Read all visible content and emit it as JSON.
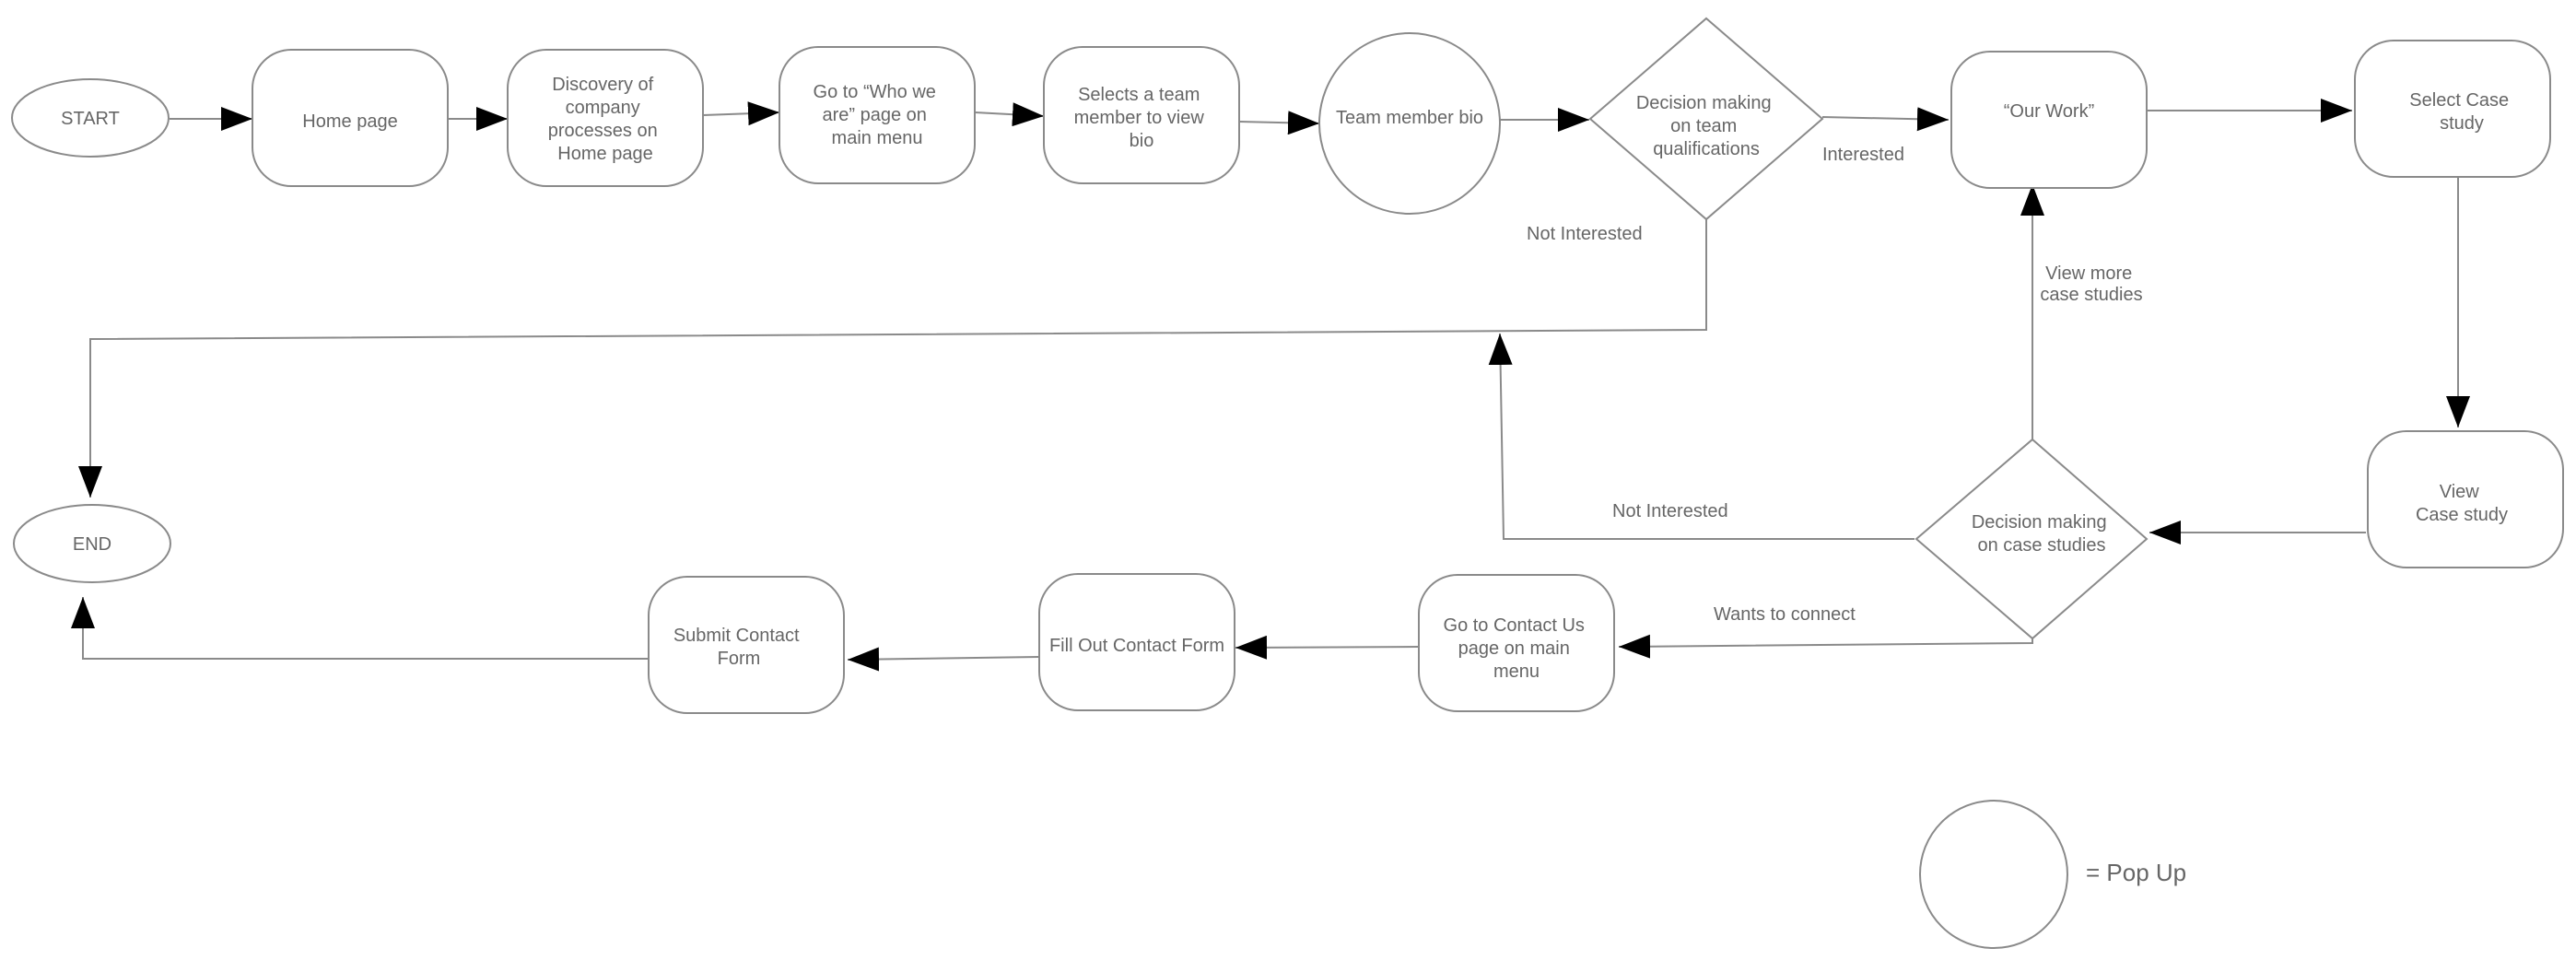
{
  "diagram": {
    "nodes": {
      "start": "START",
      "home": "Home page",
      "discovery": [
        "Discovery of",
        "company",
        "processes on",
        "Home page"
      ],
      "who_we_are": [
        "Go to “Who we",
        "are” page on",
        "main menu"
      ],
      "select_team": [
        "Selects a team",
        "member to view",
        "bio"
      ],
      "team_bio": "Team member bio",
      "decision_team": [
        "Decision making",
        "on team",
        "qualifications"
      ],
      "our_work": "“Our Work”",
      "select_case": [
        "Select  Case",
        "study"
      ],
      "view_case": [
        "View",
        "Case study"
      ],
      "decision_case": [
        "Decision making",
        "on case studies"
      ],
      "contact_page": [
        "Go to Contact Us",
        "page on main",
        "menu"
      ],
      "fill_form": "Fill Out Contact Form",
      "submit_form": [
        "Submit Contact",
        "Form"
      ],
      "end": "END"
    },
    "edge_labels": {
      "interested": "Interested",
      "not_interested_top": "Not Interested",
      "view_more": [
        "View more",
        "case studies"
      ],
      "not_interested_bottom": "Not Interested",
      "wants_to_connect": "Wants to connect"
    },
    "legend": {
      "label": "= Pop Up"
    }
  }
}
